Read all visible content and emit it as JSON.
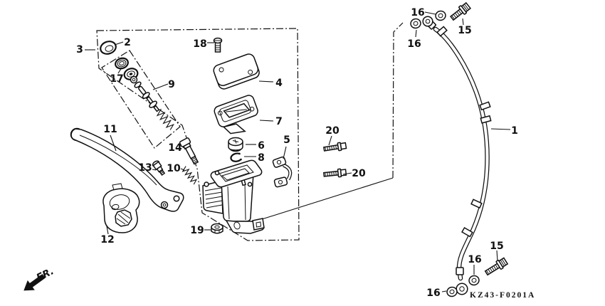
{
  "diagram": {
    "code": "KZ43-F0201A",
    "front_marker": "FR.",
    "ink_color": "#111111",
    "background_color": "#ffffff",
    "callouts": [
      {
        "label": "3"
      },
      {
        "label": "2"
      },
      {
        "label": "17"
      },
      {
        "label": "9"
      },
      {
        "label": "18"
      },
      {
        "label": "4"
      },
      {
        "label": "7"
      },
      {
        "label": "6"
      },
      {
        "label": "8"
      },
      {
        "label": "5"
      },
      {
        "label": "11"
      },
      {
        "label": "14"
      },
      {
        "label": "13"
      },
      {
        "label": "10"
      },
      {
        "label": "12"
      },
      {
        "label": "19"
      },
      {
        "label": "20"
      },
      {
        "label": "20"
      },
      {
        "label": "16"
      },
      {
        "label": "15"
      },
      {
        "label": "16"
      },
      {
        "label": "1"
      },
      {
        "label": "15"
      },
      {
        "label": "16"
      },
      {
        "label": "16"
      }
    ]
  }
}
